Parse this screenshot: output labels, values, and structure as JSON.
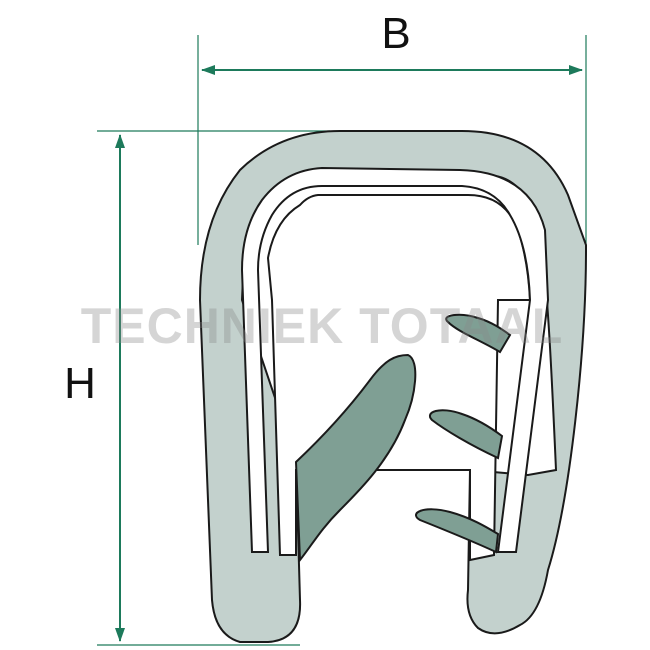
{
  "labels": {
    "width_dimension": "B",
    "height_dimension": "H"
  },
  "watermark": {
    "text": "TECHNIEK TOTAAL"
  },
  "colors": {
    "profile_fill": "#c3d1cd",
    "profile_stroke": "#1a1a1a",
    "clip_fill": "#ffffff",
    "lip_fill": "#7f9f94",
    "dimension_line": "#1d7a5b",
    "extension_line": "#1d7a5b"
  }
}
